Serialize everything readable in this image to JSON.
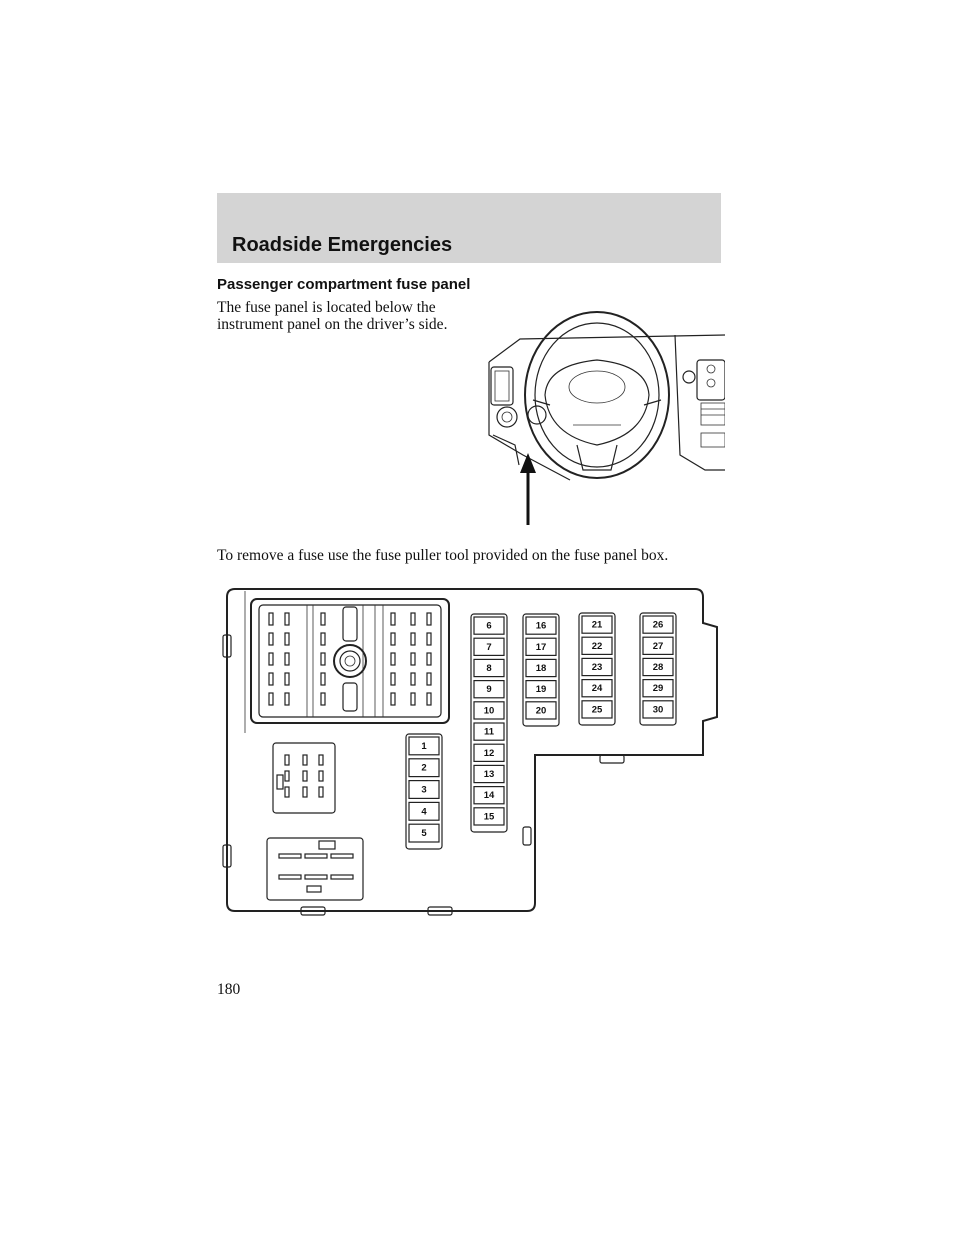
{
  "header": {
    "title": "Roadside Emergencies"
  },
  "section": {
    "heading": "Passenger compartment fuse panel",
    "intro": "The fuse panel is located below the instrument panel on the driver’s side.",
    "removal": "To remove a fuse use the fuse puller tool provided on the fuse panel box."
  },
  "figures": {
    "dash_icon": "steering-wheel-dashboard-illustration",
    "fuse_icon": "fuse-panel-diagram"
  },
  "fuses": {
    "col_a": [
      "6",
      "7",
      "8",
      "9",
      "10",
      "11",
      "12",
      "13",
      "14",
      "15"
    ],
    "col_b": [
      "16",
      "17",
      "18",
      "19",
      "20"
    ],
    "col_c": [
      "21",
      "22",
      "23",
      "24",
      "25"
    ],
    "col_d": [
      "26",
      "27",
      "28",
      "29",
      "30"
    ],
    "col_small": [
      "1",
      "2",
      "3",
      "4",
      "5"
    ]
  },
  "footer": {
    "page_number": "180"
  }
}
